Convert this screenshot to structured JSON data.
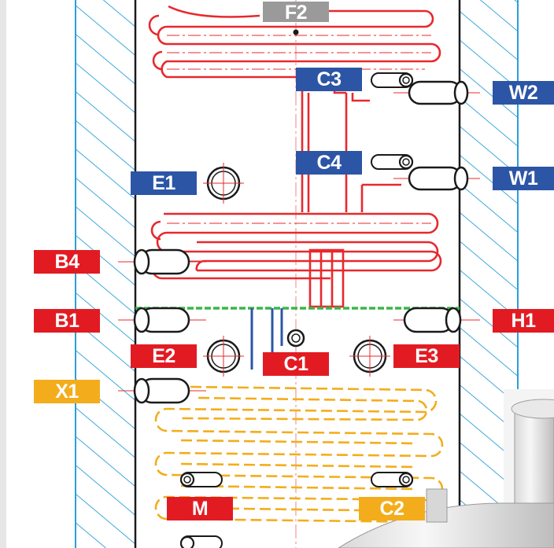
{
  "labels": {
    "f2": "F2",
    "c3": "C3",
    "w2": "W2",
    "c4": "C4",
    "w1": "W1",
    "e1": "E1",
    "b4": "B4",
    "b1": "B1",
    "h1": "H1",
    "e2": "E2",
    "c1": "C1",
    "e3": "E3",
    "x1": "X1",
    "m": "M",
    "c2": "C2"
  },
  "colors": {
    "coil_red": "#e8282d",
    "coil_yellow": "#f3ad1c",
    "hatch_blue": "#2aa0d8",
    "divider_green": "#3bb54a",
    "label_blue": "#2c55a6",
    "label_red": "#e21b23",
    "label_yellow": "#f3ad1c",
    "label_grey": "#9a9a9a",
    "outline": "#1a1a1a"
  }
}
